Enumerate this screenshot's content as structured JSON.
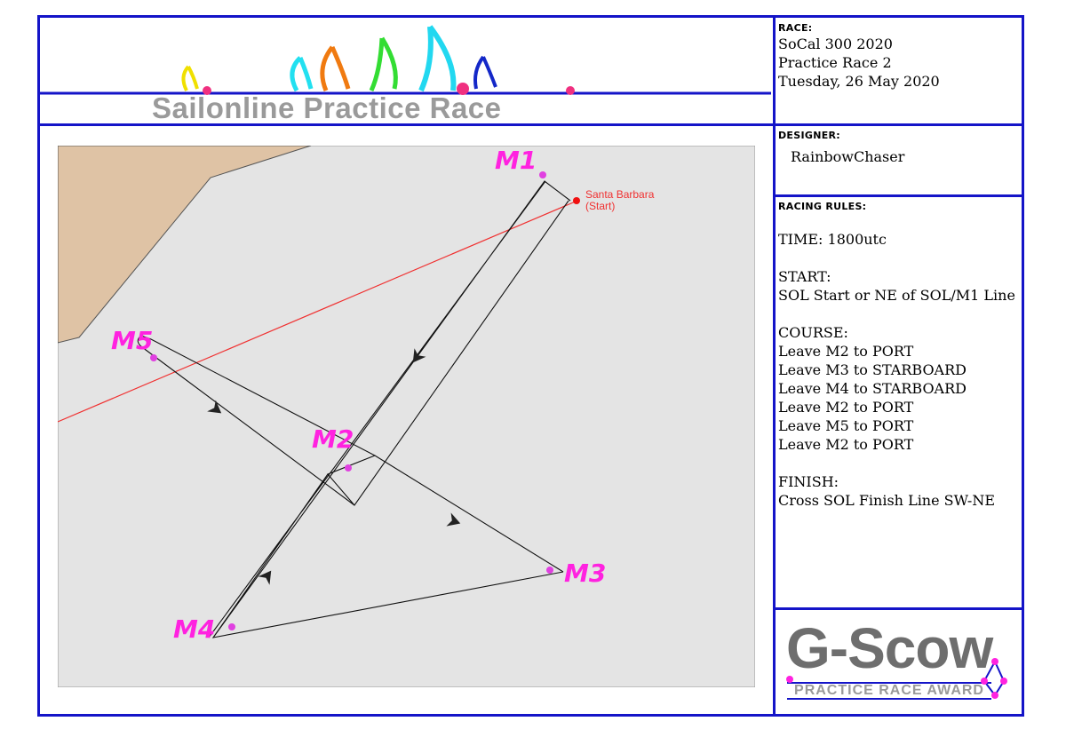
{
  "banner": {
    "title": "Sailonline Practice Race"
  },
  "race_panel": {
    "label": "RACE:",
    "line1": "SoCal 300 2020",
    "line2": "Practice Race 2",
    "line3": "Tuesday, 26 May 2020"
  },
  "designer_panel": {
    "label": "DESIGNER:",
    "name": "RainbowChaser"
  },
  "rules_panel": {
    "label": "RACING RULES:",
    "lines": [
      "TIME: 1800utc",
      "",
      "START:",
      "SOL Start or NE of SOL/M1 Line",
      "",
      "COURSE:",
      "Leave M2 to PORT",
      "Leave M3 to STARBOARD",
      "Leave M4 to STARBOARD",
      "Leave M2 to PORT",
      "Leave M5 to PORT",
      "Leave M2 to PORT",
      "",
      "FINISH:",
      "Cross SOL Finish Line SW-NE"
    ]
  },
  "map": {
    "city_name": "Santa Barbara",
    "city_note": "(Start)",
    "marks": [
      "M1",
      "M2",
      "M3",
      "M4",
      "M5"
    ],
    "colors": {
      "land": "#dfc3a5",
      "water": "#e4e4e4",
      "start_line": "#f03030",
      "mark": "#ff22e0",
      "course": "#111111"
    }
  },
  "award": {
    "title": "G-Scow",
    "subtitle": "PRACTICE RACE AWARD"
  },
  "colors": {
    "frame": "#1414c8"
  }
}
